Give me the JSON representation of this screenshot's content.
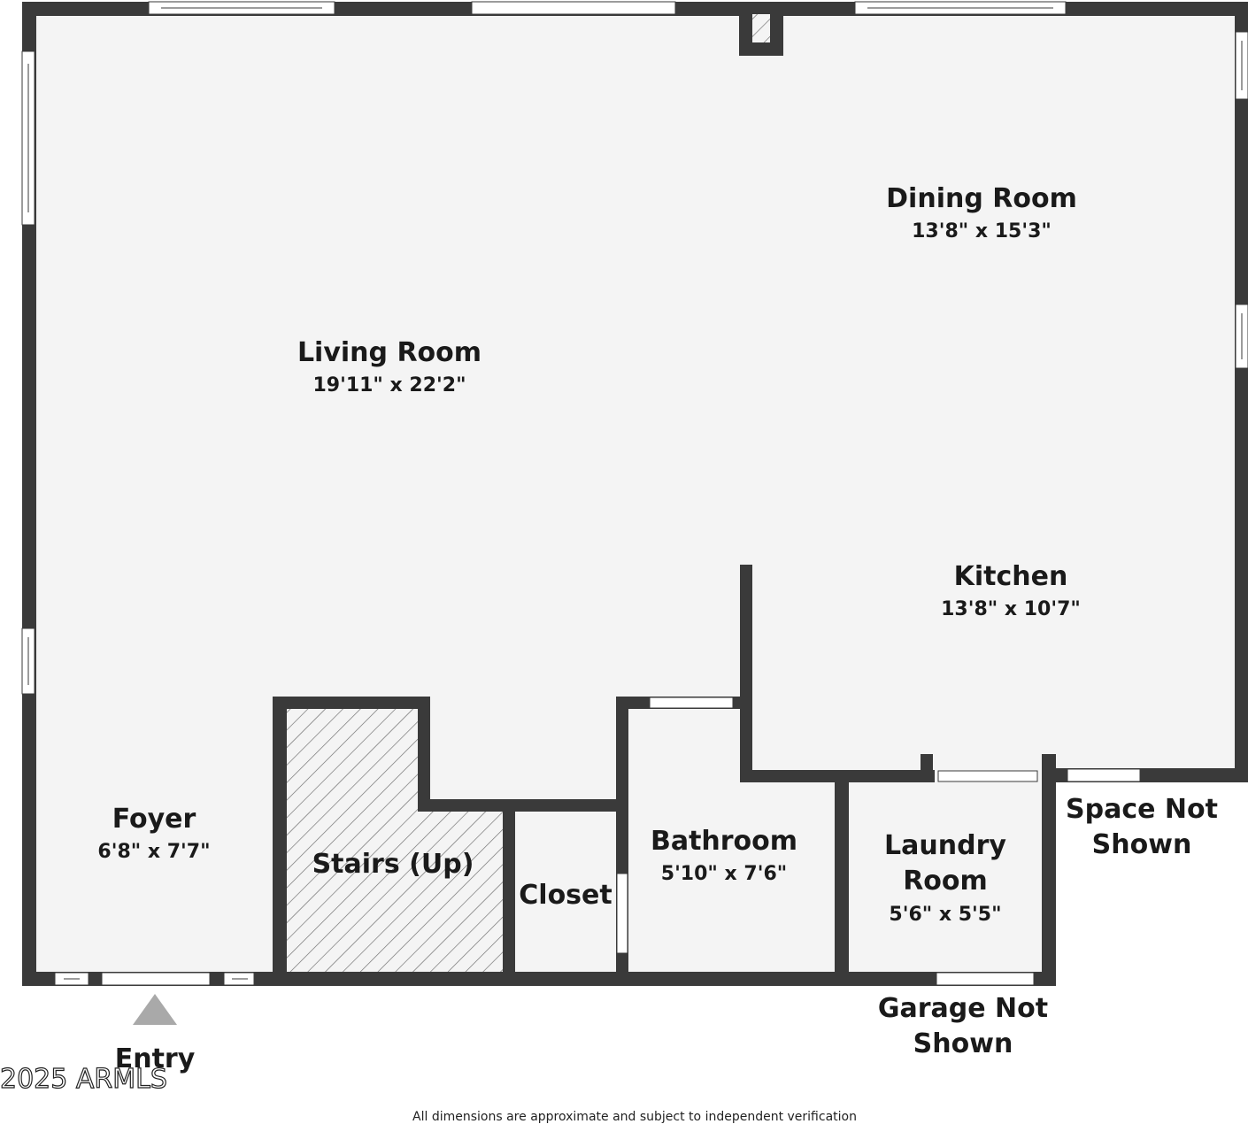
{
  "rooms": {
    "living": {
      "name": "Living Room",
      "dims": "19'11\" x 22'2\""
    },
    "dining": {
      "name": "Dining Room",
      "dims": "13'8\" x 15'3\""
    },
    "kitchen": {
      "name": "Kitchen",
      "dims": "13'8\" x 10'7\""
    },
    "foyer": {
      "name": "Foyer",
      "dims": "6'8\" x 7'7\""
    },
    "stairs": {
      "name": "Stairs (Up)"
    },
    "closet": {
      "name": "Closet"
    },
    "bathroom": {
      "name": "Bathroom",
      "dims": "5'10\" x 7'6\""
    },
    "laundry": {
      "name_line1": "Laundry",
      "name_line2": "Room",
      "dims": "5'6\" x 5'5\""
    }
  },
  "notes": {
    "space_line1": "Space Not",
    "space_line2": "Shown",
    "garage_line1": "Garage Not",
    "garage_line2": "Shown",
    "entry": "Entry",
    "copyright": "2025 ARMLS",
    "disclaimer": "All dimensions are approximate and subject to independent verification"
  },
  "colors": {
    "wall": "#3a3a3a",
    "floor": "#f4f4f4",
    "window": "#ffffff",
    "entry_marker": "#a9a9a9"
  }
}
